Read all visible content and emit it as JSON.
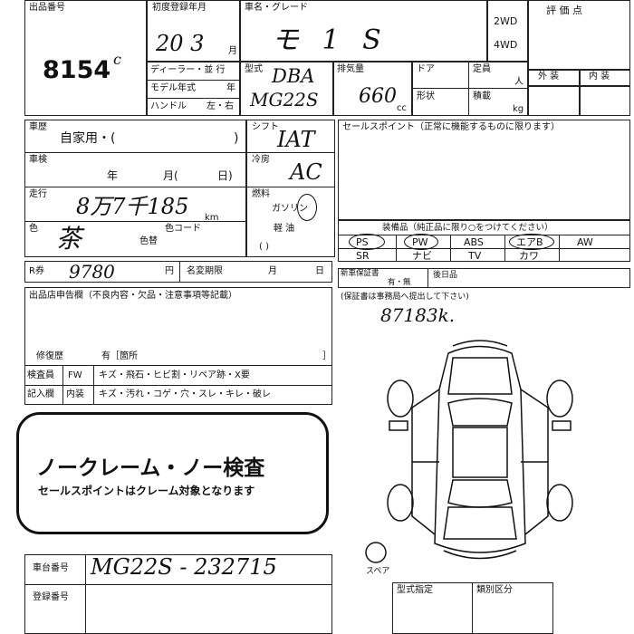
{
  "lot": {
    "label": "出品番号",
    "value": "8154",
    "mark": "c"
  },
  "first_reg": {
    "label": "初度登録年月",
    "value": "20 3",
    "unit": "月"
  },
  "car_name": {
    "label": "車名・グレード",
    "value": "モ 1 S"
  },
  "drive": {
    "opt1": "2WD",
    "opt2": "4WD"
  },
  "dealer": {
    "label": "ディーラー・並 行"
  },
  "model_year": {
    "label": "モデル年式",
    "unit": "年"
  },
  "handle": {
    "label": "ハンドル",
    "value": "左・右"
  },
  "model_type": {
    "label": "型式",
    "value_a": "DBA",
    "value_b": "MG22S"
  },
  "displacement": {
    "label": "排気量",
    "value": "660",
    "unit": "cc"
  },
  "door": {
    "label": "ドア"
  },
  "capacity": {
    "label": "定員",
    "unit": "人"
  },
  "shape": {
    "label": "形状"
  },
  "load": {
    "label": "積載",
    "unit": "kg"
  },
  "rating": {
    "title": "評 価 点",
    "exterior": "外 装",
    "interior": "内 装"
  },
  "history": {
    "label": "車歴",
    "value": "自家用・(",
    "close": ")"
  },
  "shaken": {
    "label": "車検",
    "year": "年",
    "month": "月(",
    "day": "日)"
  },
  "mileage": {
    "label": "走行",
    "value": "8万7千185",
    "unit": "km"
  },
  "color": {
    "label": "色",
    "value": "茶",
    "replaced": "色替",
    "code": "色コード"
  },
  "shift": {
    "label": "シフト",
    "value": "IAT"
  },
  "aircon": {
    "label": "冷房",
    "value": "AC"
  },
  "fuel": {
    "label": "燃料",
    "gas": "ガソリン",
    "light": "軽 油",
    "paren": "(  )"
  },
  "sales_point": {
    "label": "セールスポイント（正常に機能するものに限ります）"
  },
  "equipment": {
    "label": "装備品（純正品に限り○をつけてください）",
    "row1": [
      "PS",
      "PW",
      "ABS",
      "エアB",
      "AW"
    ],
    "row2": [
      "SR",
      "ナビ",
      "TV",
      "カワ",
      ""
    ]
  },
  "recycle": {
    "label": "R券",
    "value": "9780",
    "unit": "円",
    "transfer": "名変期限",
    "month": "月",
    "day": "日"
  },
  "warranty": {
    "label": "新車保証書",
    "value": "有・無",
    "rear": "後日品"
  },
  "warranty_note": {
    "label": "(保証書は事務局へ提出して下さい)",
    "mileage_note": "87183k."
  },
  "report": {
    "label": "出品店申告欄（不良内容・欠品・注意事項等記載）"
  },
  "repair": {
    "label": "修復歴",
    "value": "有［箇所",
    "close": "］"
  },
  "inspector": {
    "label1": "検査員",
    "label2": "記入欄",
    "fw": "FW",
    "fw_items": "キズ・飛石・ヒビ割・リペア跡・X要",
    "interior": "内装",
    "interior_items": "キズ・汚れ・コゲ・穴・スレ・キレ・破レ"
  },
  "banner": {
    "title": "ノークレーム・ノー検査",
    "subtitle": "セールスポイントはクレーム対象となります"
  },
  "spare": {
    "label": "スペア"
  },
  "chassis": {
    "label": "車台番号",
    "value": "MG22S - 232715"
  },
  "registration": {
    "label": "登録番号"
  },
  "type_designation": {
    "label": "型式指定"
  },
  "category": {
    "label": "類別区分"
  }
}
